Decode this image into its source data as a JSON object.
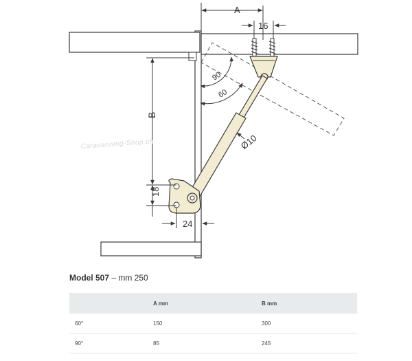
{
  "diagram": {
    "dimensions": {
      "a": "A",
      "b": "B",
      "width_16": "16",
      "height_18": "18",
      "width_24": "24",
      "diameter": "Ø10"
    },
    "angles": {
      "ninety": "90",
      "sixty": "60"
    },
    "watermark": "Caravanning-Shop.ch",
    "colors": {
      "strut": "#f2ecd2",
      "line": "#3a3a3a",
      "dash": "#555555"
    }
  },
  "model": {
    "name": "Model 507",
    "separator": " – ",
    "size": "mm 250"
  },
  "table": {
    "headers": [
      "",
      "A mm",
      "B mm"
    ],
    "rows": [
      [
        "60°",
        "150",
        "300"
      ],
      [
        "90°",
        "85",
        "245"
      ]
    ]
  }
}
